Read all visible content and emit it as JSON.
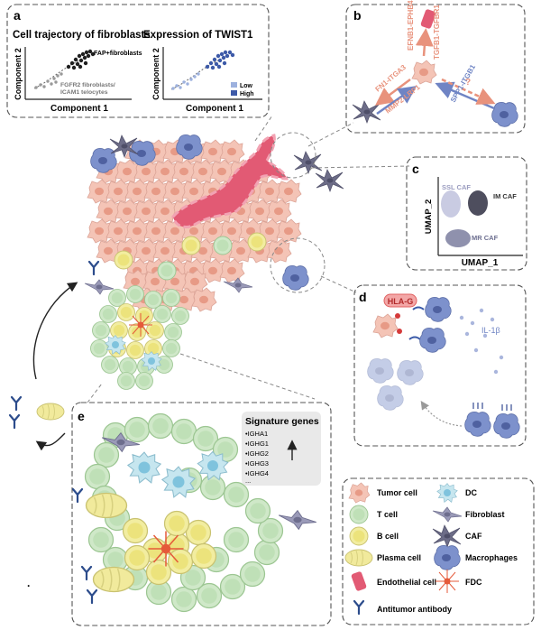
{
  "panel_a": {
    "letter": "a",
    "left_title": "Cell trajectory of fibroblasts",
    "right_title": "Expression of TWIST1",
    "ylabel": "Component 2",
    "xlabel": "Component 1",
    "label_fap": "FAP+fibroblasts",
    "label_fgfr2_1": "FGFR2 fibroblasts/",
    "label_fgfr2_2": "ICAM1 telocytes",
    "legend_low": "Low",
    "legend_high": "High"
  },
  "panel_b": {
    "letter": "b",
    "pairs": [
      "EFNB1-EPHB4",
      "TGFB1-TGFBR1",
      "FN1-ITGA3",
      "MMP2-LRP1",
      "SPP1-ITGB1"
    ],
    "question": "?"
  },
  "panel_c": {
    "letter": "c",
    "ylabel": "UMAP_2",
    "xlabel": "UMAP_1",
    "clusters": [
      "SSL CAF",
      "IM CAF",
      "MR CAF"
    ]
  },
  "panel_d": {
    "letter": "d",
    "hla_label": "HLA-G",
    "il_label": "IL-1β"
  },
  "panel_e": {
    "letter": "e",
    "sig_title": "Signature genes",
    "genes": [
      "•IGHA1",
      "•IGHG1",
      "•IGHG2",
      "•IGHG3",
      "•IGHG4",
      "..."
    ]
  },
  "legend": {
    "items": [
      {
        "label": "Tumor cell",
        "icon": "tumor-cell-icon"
      },
      {
        "label": "DC",
        "icon": "dc-icon"
      },
      {
        "label": "T cell",
        "icon": "t-cell-icon"
      },
      {
        "label": "Fibroblast",
        "icon": "fibroblast-icon"
      },
      {
        "label": "B cell",
        "icon": "b-cell-icon"
      },
      {
        "label": "CAF",
        "icon": "caf-icon"
      },
      {
        "label": "Plasma cell",
        "icon": "plasma-cell-icon"
      },
      {
        "label": "Macrophages",
        "icon": "macrophage-icon"
      },
      {
        "label": "Endothelial cell",
        "icon": "endothelial-cell-icon"
      },
      {
        "label": "FDC",
        "icon": "fdc-icon"
      },
      {
        "label": "Antitumor antibody",
        "icon": "antibody-icon"
      }
    ]
  },
  "colors": {
    "tumor": "#f4c4b6",
    "tumor_nucleus": "#e79a86",
    "tcell": "#cfe8c8",
    "bcell": "#f2eda0",
    "dc": "#a9d8e8",
    "macrophage": "#6f84c4",
    "fibroblast": "#8a8aa8",
    "endothelial": "#e25a74",
    "accent_red": "#e0607a"
  }
}
